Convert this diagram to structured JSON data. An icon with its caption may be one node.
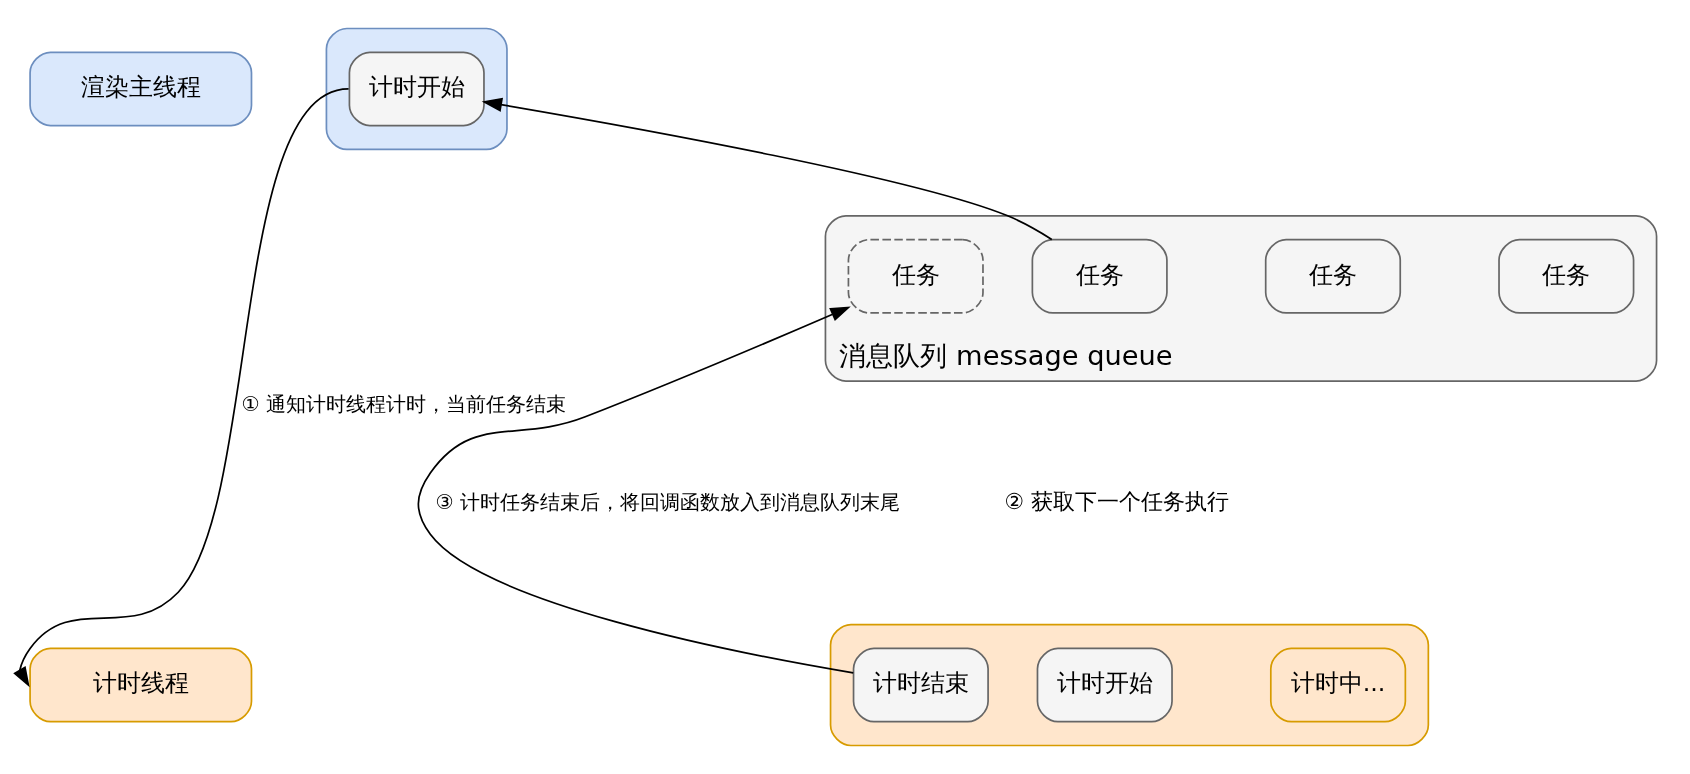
{
  "diagram": {
    "nodes": [
      {
        "text": [
          "渲染主线程"
        ]
      },
      {
        "text": [],
        "shape": "box"
      },
      {
        "text": [
          "计时开始"
        ],
        "in": 1
      },
      {
        "text": [],
        "shape": "box",
        "beside": [
          "消息队列 message queue"
        ]
      },
      {
        "text": [
          "任务"
        ],
        "in": 3
      },
      {
        "text": [
          "任务"
        ],
        "in": 3
      },
      {
        "text": [
          "任务"
        ],
        "in": 3
      },
      {
        "text": [
          "任务"
        ],
        "in": 3
      },
      {
        "text": [
          "计时线程"
        ]
      },
      {
        "text": [],
        "shape": "box"
      },
      {
        "text": [
          "计时开始"
        ],
        "in": 9
      },
      {
        "text": [
          "计时中..."
        ],
        "in": 9
      },
      {
        "text": [
          "计时结束"
        ],
        "in": 9
      }
    ],
    "edges": [
      {
        "from": 2,
        "to": 8,
        "arrow": "to",
        "label": "① 通知计时线程计时，当前任务结束"
      },
      {
        "from": 4,
        "to": 2,
        "arrow": "to"
      },
      {
        "from": 12,
        "to": 7,
        "arrow": "to",
        "label": "③ 计时任务结束后，将回调函数放入到消息队列末尾"
      }
    ],
    "labels": [
      "② 获取下一个任务执行"
    ]
  }
}
